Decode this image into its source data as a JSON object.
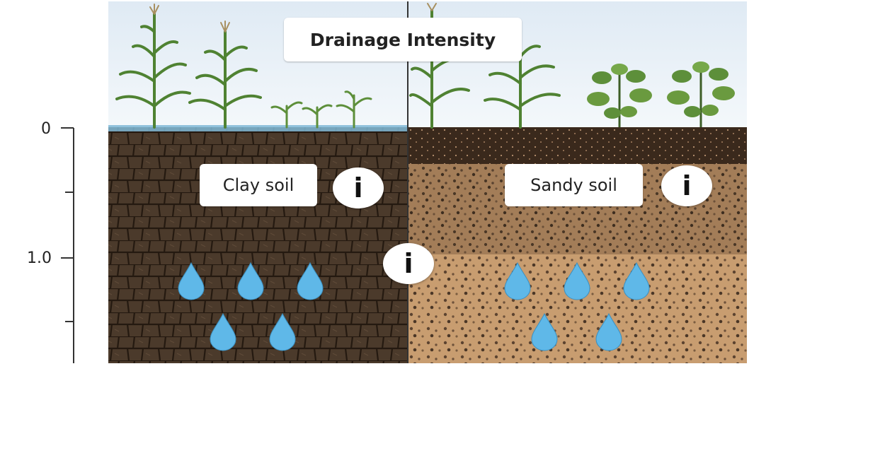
{
  "title": "Drainage Intensity",
  "axis": {
    "ticks": [
      "0",
      "1.0"
    ]
  },
  "panels": {
    "left": {
      "label": "Clay soil",
      "icon": "info-icon"
    },
    "right": {
      "label": "Sandy soil",
      "icon": "info-icon"
    }
  },
  "center_info": {
    "icon": "info-icon"
  },
  "info_glyph": "i",
  "colors": {
    "sky": "#e6f0f7",
    "clay": "#4a3a2c",
    "clay_cracks": "#241a12",
    "sand_top": "#3b2a1e",
    "sand_mid": "#a07a56",
    "sand_low": "#c49a6c",
    "water": "#5fb8e8",
    "plant": "#5d8f3a"
  }
}
